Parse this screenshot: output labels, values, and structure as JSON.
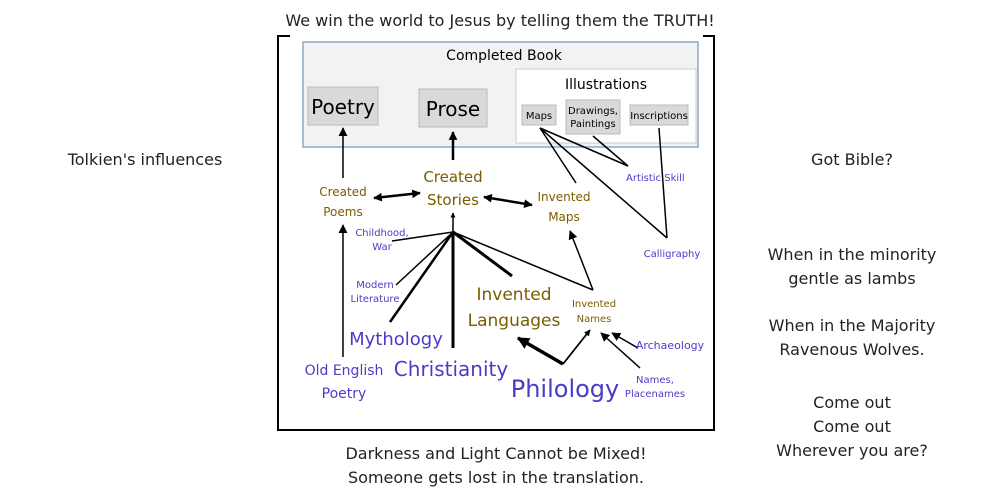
{
  "top_caption": "We win the world to Jesus by telling them the TRUTH!",
  "bottom_caption": [
    "Darkness and Light Cannot be Mixed!",
    "Someone gets lost in the translation."
  ],
  "left_text": "Tolkien's influences",
  "right_texts": {
    "got_bible": "Got Bible?",
    "minority": [
      "When in the minority",
      "gentle as lambs"
    ],
    "majority": [
      "When in the Majority",
      "Ravenous Wolves."
    ],
    "come_out": [
      "Come out",
      "Come out",
      "Wherever you are?"
    ]
  },
  "colors": {
    "gold": "#7a5c00",
    "purple": "#4a3cc8",
    "box_fill": "#d9d9d9",
    "panel_fill": "#f2f2f2",
    "panel_border": "#8fa6c8"
  },
  "diagram": {
    "completed_book": "Completed Book",
    "poetry": "Poetry",
    "prose": "Prose",
    "illustrations": "Illustrations",
    "maps": "Maps",
    "drawings_paintings": [
      "Drawings,",
      "Paintings"
    ],
    "inscriptions": "Inscriptions",
    "created_poems": [
      "Created",
      "Poems"
    ],
    "created_stories": [
      "Created",
      "Stories"
    ],
    "invented_maps": [
      "Invented",
      "Maps"
    ],
    "artistic_skill": "Artistic Skill",
    "calligraphy": "Calligraphy",
    "childhood_war": [
      "Childhood,",
      "War"
    ],
    "modern_literature": [
      "Modern",
      "Literature"
    ],
    "invented_languages": [
      "Invented",
      "Languages"
    ],
    "invented_names": [
      "Invented",
      "Names"
    ],
    "mythology": "Mythology",
    "archaeology": "Archaeology",
    "old_english_poetry": [
      "Old English",
      "Poetry"
    ],
    "christianity": "Christianity",
    "philology": "Philology",
    "names_placenames": [
      "Names,",
      "Placenames"
    ]
  }
}
